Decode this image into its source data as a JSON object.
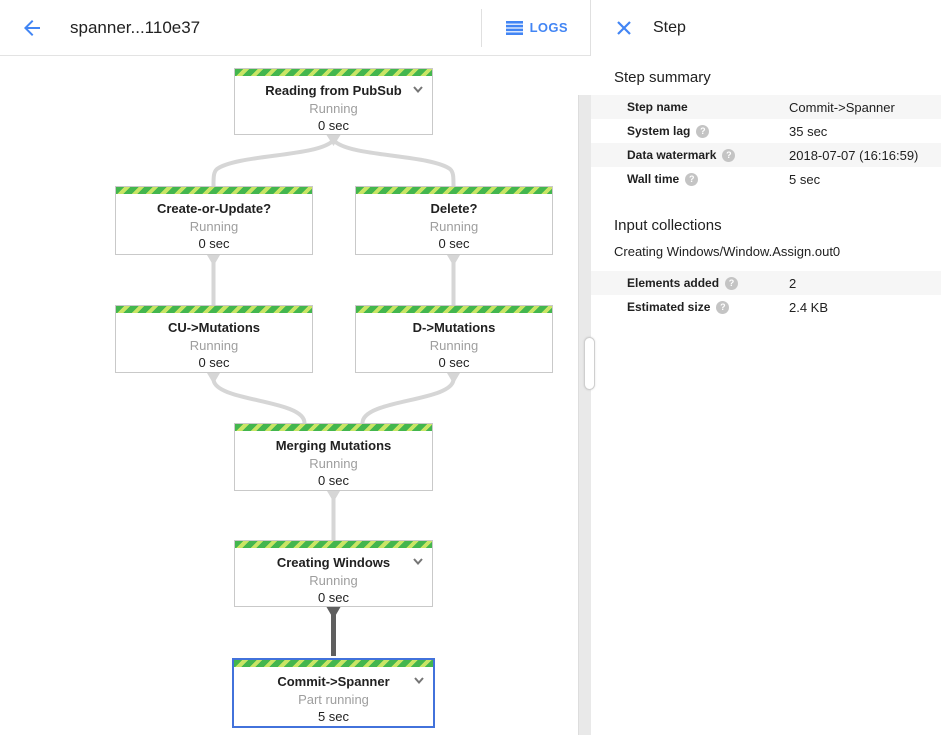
{
  "header": {
    "title": "spanner...110e37",
    "logs_label": "LOGS"
  },
  "side_panel": {
    "title": "Step",
    "step_summary": {
      "heading": "Step summary",
      "rows": [
        {
          "label": "Step name",
          "value": "Commit->Spanner"
        },
        {
          "label": "System lag",
          "value": "35 sec"
        },
        {
          "label": "Data watermark",
          "value": "2018-07-07 (16:16:59)"
        },
        {
          "label": "Wall time",
          "value": "5 sec"
        }
      ]
    },
    "input_collections": {
      "heading": "Input collections",
      "collection_name": "Creating Windows/Window.Assign.out0",
      "rows": [
        {
          "label": "Elements added",
          "value": "2"
        },
        {
          "label": "Estimated size",
          "value": "2.4 KB"
        }
      ]
    },
    "help_glyph": "?"
  },
  "graph": {
    "nodes": [
      {
        "label": "Reading from PubSub",
        "status": "Running",
        "time": "0 sec"
      },
      {
        "label": "Create-or-Update?",
        "status": "Running",
        "time": "0 sec"
      },
      {
        "label": "Delete?",
        "status": "Running",
        "time": "0 sec"
      },
      {
        "label": "CU->Mutations",
        "status": "Running",
        "time": "0 sec"
      },
      {
        "label": "D->Mutations",
        "status": "Running",
        "time": "0 sec"
      },
      {
        "label": "Merging Mutations",
        "status": "Running",
        "time": "0 sec"
      },
      {
        "label": "Creating Windows",
        "status": "Running",
        "time": "0 sec"
      },
      {
        "label": "Commit->Spanner",
        "status": "Part running",
        "time": "5 sec"
      }
    ]
  },
  "colors": {
    "accent_blue": "#4285f4",
    "selected_border": "#4272db",
    "stripe_green_dark": "#43b64e",
    "stripe_green_light": "#c9e565",
    "edge_gray": "#d6d6d6",
    "edge_dark": "#5f5f5f"
  }
}
